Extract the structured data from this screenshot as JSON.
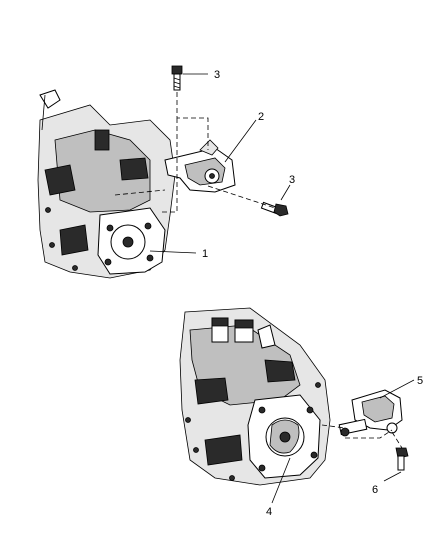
{
  "callouts": {
    "c1": "1",
    "c2": "2",
    "c3a": "3",
    "c3b": "3",
    "c4": "4",
    "c5": "5",
    "c6": "6"
  },
  "colors": {
    "ink": "#000000",
    "paper": "#ffffff",
    "shade_dark": "#2a2a2a",
    "shade_mid": "#bfbfbf",
    "shade_light": "#e6e6e6"
  }
}
